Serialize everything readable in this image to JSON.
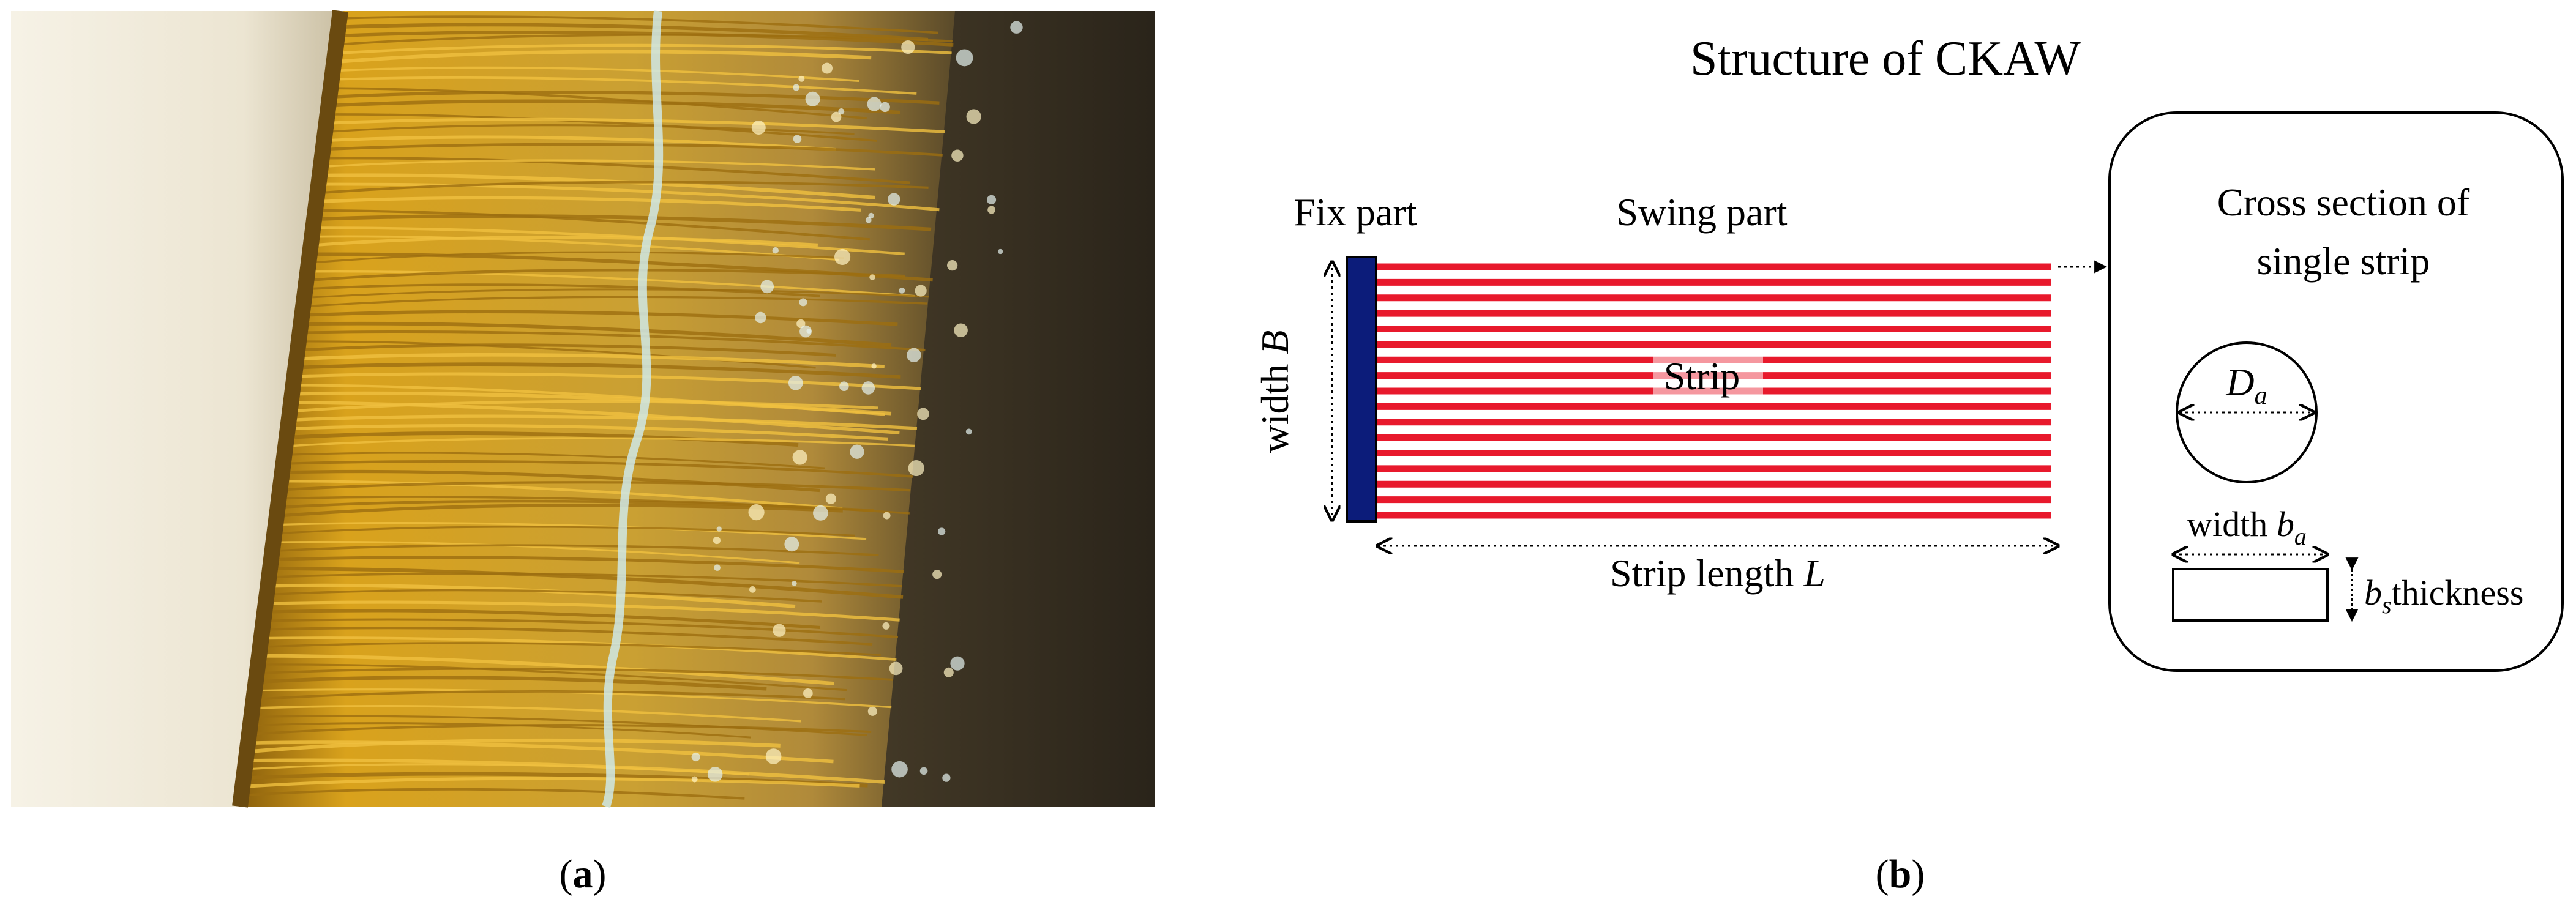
{
  "panel_a": {
    "caption_open": "(",
    "caption_letter": "a",
    "caption_close": ")"
  },
  "panel_b": {
    "title": "Structure of CKAW",
    "fix_part_label": "Fix part",
    "swing_part_label": "Swing part",
    "strip_label": "Strip",
    "width_label_text": "width ",
    "width_label_var": "B",
    "strip_length_text": "Strip length ",
    "strip_length_var": "L",
    "strip_count": 17,
    "cross_section": {
      "title_line1": "Cross section of",
      "title_line2": "single strip",
      "diameter_var": "D",
      "diameter_sub": "a",
      "width_text": "width ",
      "width_var": "b",
      "width_sub": "a",
      "thickness_var": "b",
      "thickness_sub": "s",
      "thickness_text": "thickness"
    },
    "caption_open": "(",
    "caption_letter": "b",
    "caption_close": ")"
  },
  "colors": {
    "strip_red": "#e8192c",
    "fix_navy": "#0c1c7a",
    "gold": "#d9a21c",
    "concrete": "#efeadb",
    "dark_water": "#3b3222"
  }
}
